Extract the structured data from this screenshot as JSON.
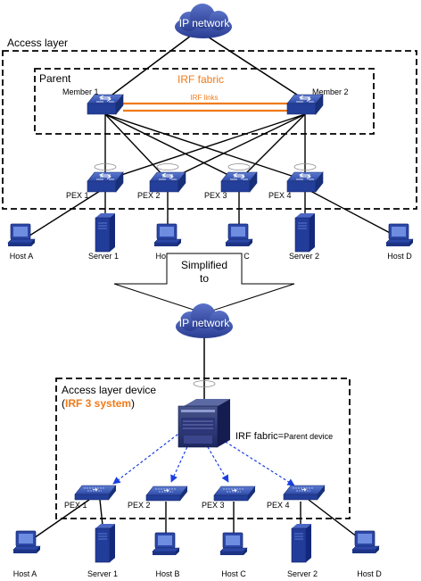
{
  "top": {
    "cloud_label": "IP network",
    "access_layer": "Access layer",
    "parent": "Parent",
    "irf_fabric": "IRF fabric",
    "irf_links": "IRF links",
    "member1": "Member 1",
    "member2": "Member 2",
    "pex": [
      "PEX 1",
      "PEX 2",
      "PEX 3",
      "PEX 4"
    ],
    "hosts": [
      "Host A",
      "Server 1",
      "Host B",
      "Host C",
      "Server 2",
      "Host D"
    ]
  },
  "arrow": {
    "line1": "Simplified",
    "line2": "to"
  },
  "bottom": {
    "cloud_label": "IP network",
    "access_device": "Access layer device",
    "irf_open": "(",
    "irf_system": "IRF 3 system",
    "irf_close": ")",
    "fabric_main": "IRF fabric=",
    "fabric_small": "Parent device",
    "pex": [
      "PEX 1",
      "PEX 2",
      "PEX 3",
      "PEX 4"
    ],
    "hosts": [
      "Host A",
      "Server 1",
      "Host B",
      "Host C",
      "Server 2",
      "Host D"
    ]
  },
  "colors": {
    "device_blue": "#1f3f94",
    "accent_orange": "#f07a1a",
    "link_blue": "#1a3fe0"
  },
  "icons": [
    "cloud-icon",
    "switch-icon",
    "pc-icon",
    "server-icon",
    "chassis-icon",
    "down-arrow-icon"
  ]
}
